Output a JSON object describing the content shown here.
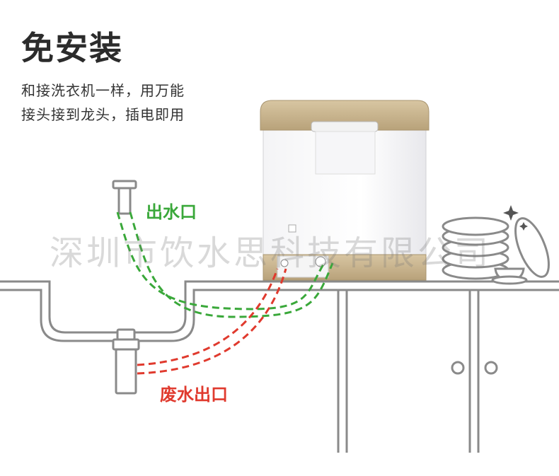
{
  "header": {
    "title": "免安装",
    "description_line1": "和接洗衣机一样，用万能",
    "description_line2": "接头接到龙头，插电即用"
  },
  "labels": {
    "water_outlet": "出水口",
    "waste_outlet": "废水出口"
  },
  "watermark": "深圳市饮水思科技有限公司",
  "colors": {
    "green_hose": "#3aa83a",
    "red_hose": "#e03a2e",
    "line": "#8a8a8a",
    "gold": "#c9b48e"
  }
}
